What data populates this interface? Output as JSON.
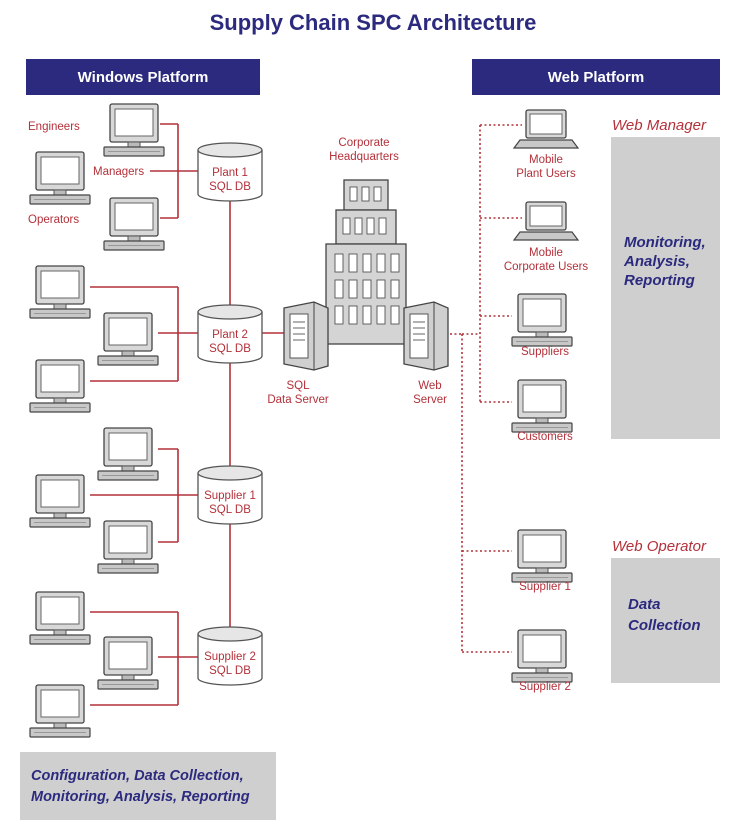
{
  "title": "Supply Chain SPC Architecture",
  "windows_platform": {
    "header": "Windows Platform",
    "user_labels": [
      "Engineers",
      "Managers",
      "Operators"
    ],
    "databases": [
      {
        "line1": "Plant 1",
        "line2": "SQL DB"
      },
      {
        "line1": "Plant 2",
        "line2": "SQL DB"
      },
      {
        "line1": "Supplier 1",
        "line2": "SQL DB"
      },
      {
        "line1": "Supplier 2",
        "line2": "SQL DB"
      }
    ],
    "footer": {
      "line1": "Configuration, Data Collection,",
      "line2": "Monitoring, Analysis, Reporting"
    }
  },
  "center": {
    "hq": {
      "line1": "Corporate",
      "line2": "Headquarters"
    },
    "sql_server": {
      "line1": "SQL",
      "line2": "Data Server"
    },
    "web_server": {
      "line1": "Web",
      "line2": "Server"
    }
  },
  "web_platform": {
    "header": "Web Platform",
    "web_manager": {
      "label": "Web Manager",
      "box": {
        "line1": "Monitoring,",
        "line2": "Analysis,",
        "line3": "Reporting"
      }
    },
    "web_operator": {
      "label": "Web Operator",
      "box": {
        "line1": "Data",
        "line2": "Collection"
      }
    },
    "clients": [
      {
        "line1": "Mobile",
        "line2": "Plant Users"
      },
      {
        "line1": "Mobile",
        "line2": "Corporate Users"
      },
      {
        "line1": "Suppliers",
        "line2": ""
      },
      {
        "line1": "Customers",
        "line2": ""
      },
      {
        "line1": "Supplier 1",
        "line2": ""
      },
      {
        "line1": "Supplier 2",
        "line2": ""
      }
    ]
  },
  "colors": {
    "navy": "#2b2a7e",
    "red": "#b3313a",
    "gray_box": "#cfcfcf",
    "device": "#dcdcdc"
  }
}
